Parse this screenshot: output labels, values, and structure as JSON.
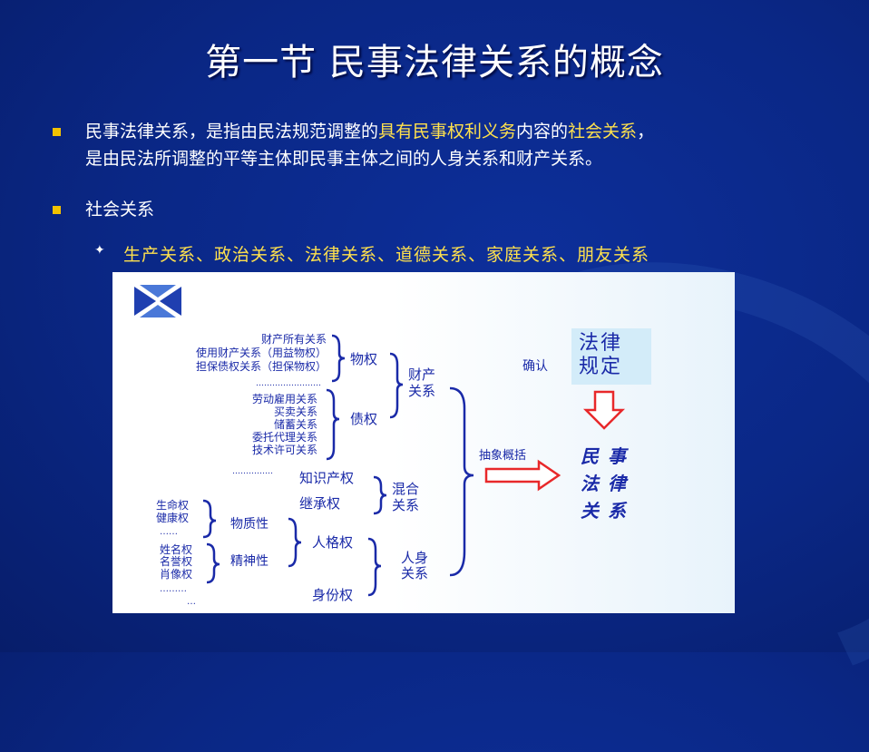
{
  "slide": {
    "title": "第一节  民事法律关系的概念",
    "bullet1": {
      "part1": "民事法律关系，是指由民法规范调整的",
      "hl1": "具有民事权利义务",
      "part2": "内容的",
      "hl2": "社会关系",
      "part3": "，",
      "line2": "是由民法所调整的平等主体即民事主体之间的人身关系和财产关系。"
    },
    "bullet2": "社会关系",
    "sub_bullet": "生产关系、政治关系、法律关系、道德关系、家庭关系、朋友关系",
    "colors": {
      "background": "#0a2785",
      "bullet": "#f2c200",
      "highlight": "#ffe14d",
      "diagram_text": "#1a2aa8",
      "arrow": "#e8282a"
    }
  },
  "diagram": {
    "property_items": [
      "财产所有关系",
      "使用财产关系（用益物权）",
      "担保债权关系（担保物权）"
    ],
    "property_dots": "……………………",
    "real_right": "物权",
    "debt_items": [
      "劳动雇用关系",
      "买卖关系",
      "储蓄关系",
      "委托代理关系",
      "技术许可关系"
    ],
    "debt_dots": "……………",
    "debt_right": "债权",
    "property_relation": [
      "财产",
      "关系"
    ],
    "ip_right": "知识产权",
    "inheritance_right": "继承权",
    "mixed_relation": [
      "混合",
      "关系"
    ],
    "material_items": [
      "生命权",
      "健康权",
      "……"
    ],
    "material": "物质性",
    "spiritual_items": [
      "姓名权",
      "名誉权",
      "肖像权",
      "………",
      "…"
    ],
    "spiritual": "精神性",
    "personality_right": "人格权",
    "identity_right": "身份权",
    "personal_relation": [
      "人身",
      "关系"
    ],
    "abstract_label": "抽象概括",
    "confirm_label": "确认",
    "law_norm": [
      "法律",
      "规定"
    ],
    "civil_law_relation": [
      "民",
      "事",
      "法",
      "律",
      "关",
      "系"
    ]
  }
}
